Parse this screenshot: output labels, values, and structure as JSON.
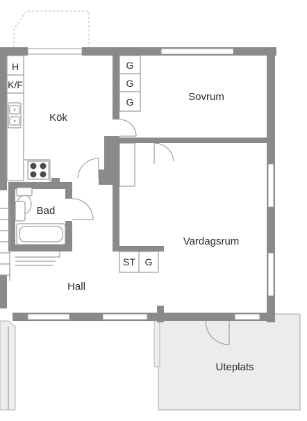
{
  "rooms": {
    "kok": "Kök",
    "sovrum": "Sovrum",
    "bad": "Bad",
    "vardagsrum": "Vardagsrum",
    "hall": "Hall",
    "uteplats": "Uteplats"
  },
  "closets": {
    "h": "H",
    "kf": "K/F",
    "g1": "G",
    "g2": "G",
    "g3": "G",
    "st": "ST",
    "g4": "G"
  },
  "colors": {
    "wall": "#8a8a8a",
    "terrace": "#ececec",
    "line": "#9a9a9a"
  }
}
